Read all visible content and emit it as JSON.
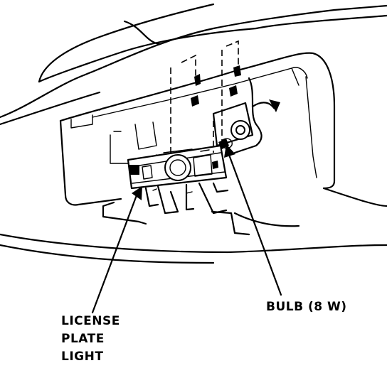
{
  "labels": {
    "license_plate_light": [
      "LICENSE",
      "PLATE",
      "LIGHT"
    ],
    "bulb": "BULB (8 W)"
  }
}
